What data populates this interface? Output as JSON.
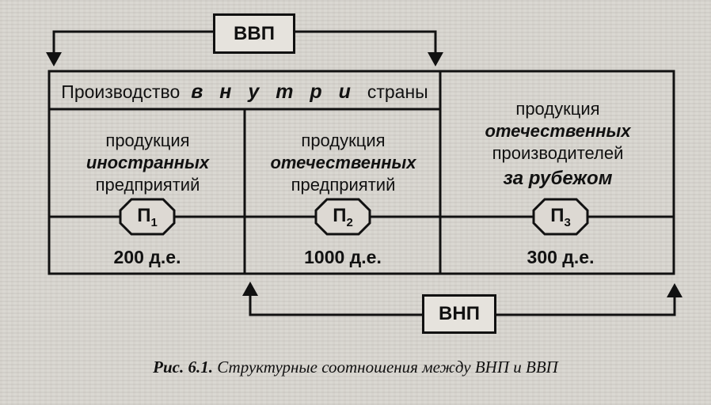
{
  "vvp_label": "ВВП",
  "vnp_label": "ВНП",
  "inside": {
    "prefix": "Производство",
    "emphasis": "в н у т р и",
    "suffix": "страны"
  },
  "cells": [
    {
      "line1": "продукция",
      "emphasis": "иностранных",
      "line3": "предприятий",
      "badge": "П",
      "badge_sub": "1",
      "value": "200 д.е."
    },
    {
      "line1": "продукция",
      "emphasis": "отечественных",
      "line3": "предприятий",
      "badge": "П",
      "badge_sub": "2",
      "value": "1000 д.е."
    },
    {
      "line1": "продукция",
      "emphasis": "отечественных",
      "line3": "производителей",
      "emphasis2": "за рубежом",
      "badge": "П",
      "badge_sub": "3",
      "value": "300 д.е."
    }
  ],
  "caption": {
    "label": "Рис. 6.1.",
    "text": "Структурные соотношения между ВНП и ВВП"
  }
}
